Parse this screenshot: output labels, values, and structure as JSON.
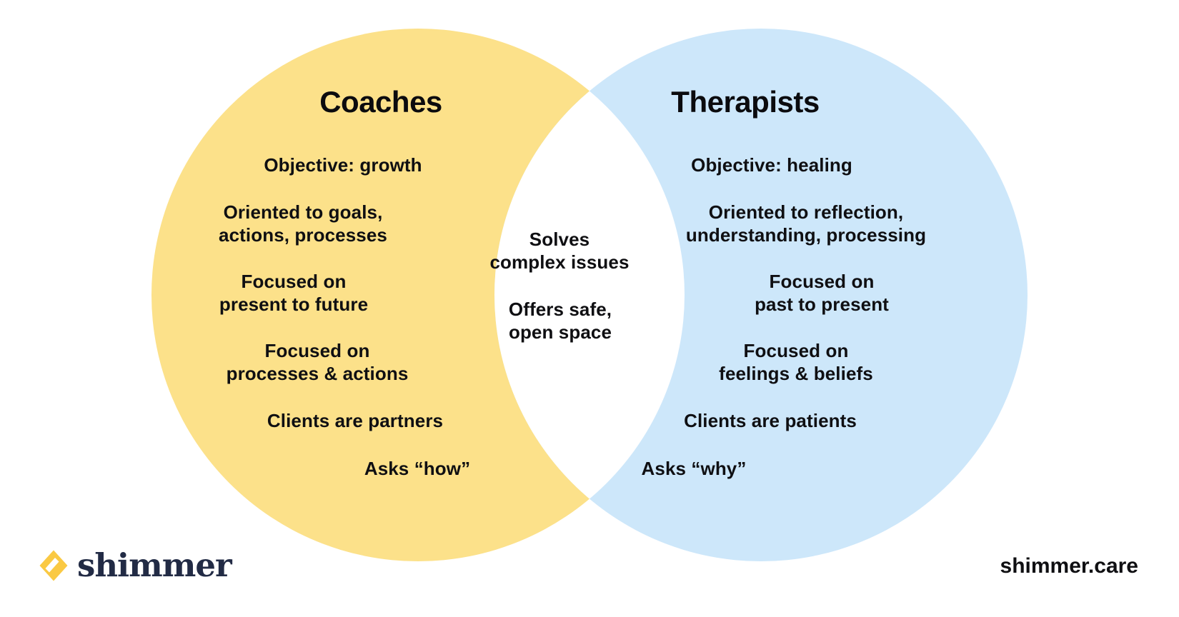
{
  "venn": {
    "left": {
      "title": "Coaches",
      "items": [
        "Objective: growth",
        "Oriented to goals,\nactions, processes",
        "Focused on\npresent to future",
        "Focused on\nprocesses & actions",
        "Clients are partners",
        "Asks “how”"
      ]
    },
    "overlap": {
      "items": [
        "Solves\ncomplex issues",
        "Offers safe,\nopen space"
      ]
    },
    "right": {
      "title": "Therapists",
      "items": [
        "Objective: healing",
        "Oriented to reflection,\nunderstanding, processing",
        "Focused on\npast to present",
        "Focused on\nfeelings & beliefs",
        "Clients are patients",
        "Asks “why”"
      ]
    }
  },
  "footer": {
    "brand": "shimmer",
    "website": "shimmer.care"
  },
  "colors": {
    "left_circle": "#FCE18A",
    "right_circle": "#CDE7FA",
    "overlap": "#FFFFFF",
    "brand_gold": "#FAC943",
    "brand_navy": "#222B45"
  }
}
